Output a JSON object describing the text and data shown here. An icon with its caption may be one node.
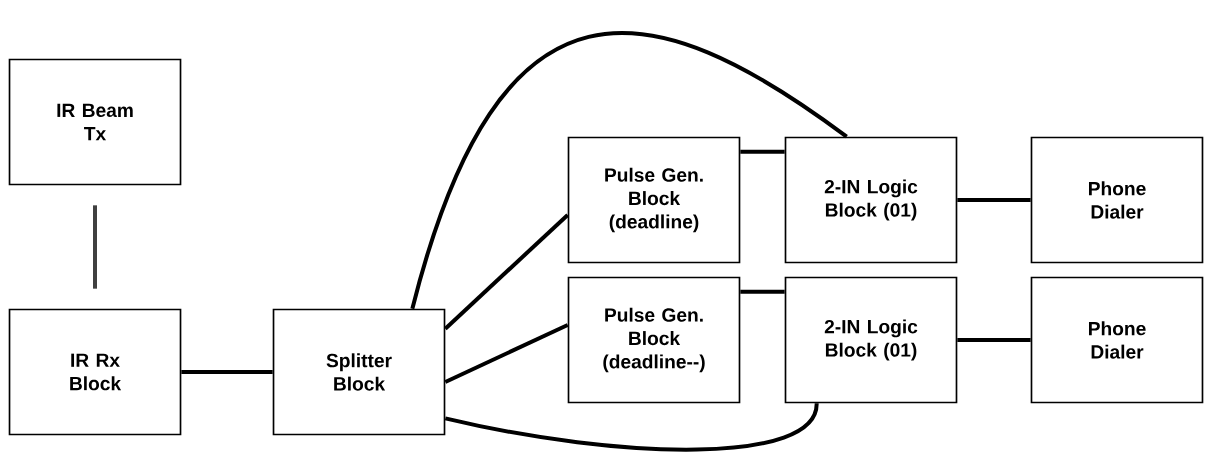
{
  "diagram": {
    "nodes": [
      {
        "text": [
          "IR Beam Tx"
        ]
      },
      {
        "text": [
          "IR Rx Block"
        ]
      },
      {
        "text": [
          "Splitter Block"
        ]
      },
      {
        "text": [
          "Pulse Gen. Block (deadline)"
        ]
      },
      {
        "text": [
          "Pulse Gen. Block (deadline--)"
        ]
      },
      {
        "text": [
          "2-IN Logic Block (01)"
        ]
      },
      {
        "text": [
          "2-IN Logic Block (01)"
        ]
      },
      {
        "text": [
          "Phone Dialer"
        ]
      },
      {
        "text": [
          "Phone Dialer"
        ]
      }
    ],
    "edges": [
      {
        "from": 0,
        "to": 1,
        "arrow": "none",
        "color": "#404040"
      },
      {
        "from": 1,
        "to": 2,
        "arrow": "none"
      },
      {
        "from": 2,
        "to": 5,
        "arrow": "none"
      },
      {
        "from": 2,
        "to": 3,
        "arrow": "none"
      },
      {
        "from": 2,
        "to": 4,
        "arrow": "none"
      },
      {
        "from": 2,
        "to": 6,
        "arrow": "none"
      },
      {
        "from": 3,
        "to": 5,
        "arrow": "none"
      },
      {
        "from": 4,
        "to": 6,
        "arrow": "none"
      },
      {
        "from": 5,
        "to": 7,
        "arrow": "none"
      },
      {
        "from": 6,
        "to": 8,
        "arrow": "none"
      }
    ]
  }
}
